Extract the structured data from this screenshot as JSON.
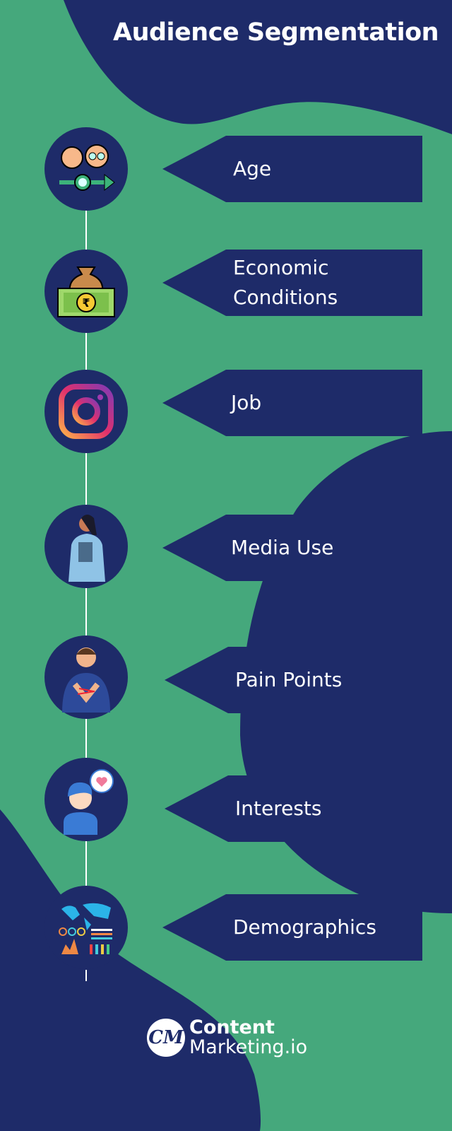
{
  "title": "Audience Segmentation",
  "colors": {
    "background": "#45a87c",
    "navy": "#1e2b69",
    "white": "#ffffff"
  },
  "segments": [
    {
      "label": "Age",
      "icon": "baby-and-elder-with-clock-icon"
    },
    {
      "label": "Economic Conditions",
      "icon": "money-bag-rupee-note-icon"
    },
    {
      "label": "Job",
      "icon": "instagram-icon"
    },
    {
      "label": "Media Use",
      "icon": "woman-holding-tablet-icon"
    },
    {
      "label": "Pain Points",
      "icon": "man-in-pain-icon"
    },
    {
      "label": "Interests",
      "icon": "boy-with-heart-bubble-icon"
    },
    {
      "label": "Demographics",
      "icon": "world-map-statistics-icon"
    }
  ],
  "logo": {
    "mark": "CM",
    "line1": "Content",
    "line2": "Marketing.io"
  }
}
